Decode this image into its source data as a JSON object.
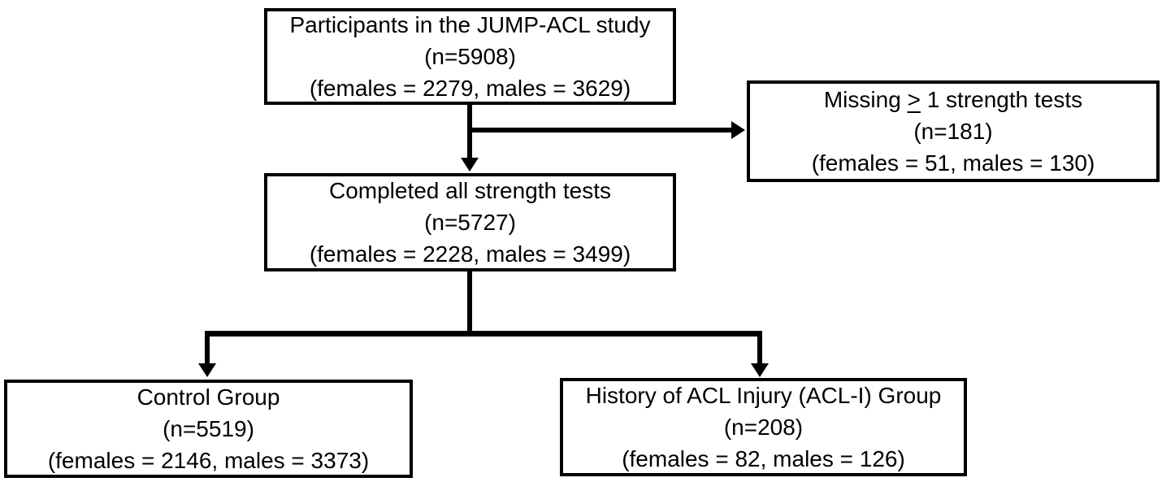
{
  "diagram": {
    "background_color": "#ffffff",
    "line_color": "#000000",
    "text_color": "#000000"
  },
  "boxes": {
    "participants": {
      "title": "Participants in the JUMP-ACL study",
      "n": "(n=5908)",
      "breakdown": "(females = 2279, males = 3629)"
    },
    "missing": {
      "title_prefix": "Missing ",
      "title_ge": ">",
      "title_suffix": " 1 strength tests",
      "n": "(n=181)",
      "breakdown": "(females = 51, males = 130)"
    },
    "completed": {
      "title": "Completed all strength tests",
      "n": "(n=5727)",
      "breakdown": "(females = 2228, males = 3499)"
    },
    "control": {
      "title": "Control Group",
      "n": "(n=5519)",
      "breakdown": "(females = 2146, males = 3373)"
    },
    "acl_injury": {
      "title": "History of ACL Injury (ACL-I) Group",
      "n": "(n=208)",
      "breakdown": "(females = 82, males = 126)"
    }
  }
}
